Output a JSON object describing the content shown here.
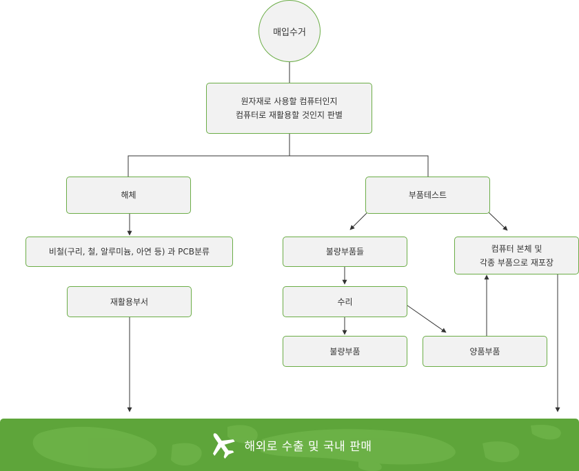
{
  "nodes": {
    "purchase": "매입수거",
    "judge_line1": "원자재로 사용할 컴퓨터인지",
    "judge_line2": "컴퓨터로 재활용할 것인지 판별",
    "dismantle": "해체",
    "parts_test": "부품테스트",
    "classify": "비철(구리, 철, 알루미늄, 아연 등) 과 PCB분류",
    "recycle_parts": "재활용부서",
    "defective_parts": "불량부품들",
    "repair": "수리",
    "defective_part": "불량부품",
    "good_part": "양품부품",
    "repack_line1": "컴퓨터 본체 및",
    "repack_line2": "각종 부품으로 재포장"
  },
  "banner": {
    "text": "해외로 수출 및 국내 판매",
    "icon": "airplane-icon"
  },
  "colors": {
    "accent": "#6aac45",
    "banner": "#5ea53a",
    "node_fill": "#f2f2f2",
    "line": "#333333"
  }
}
